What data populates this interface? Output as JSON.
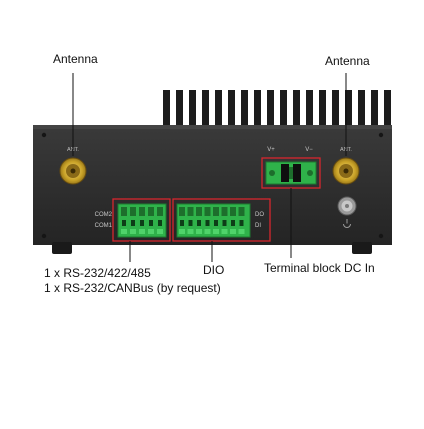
{
  "callouts": {
    "antenna_left": "Antenna",
    "antenna_right": "Antenna",
    "serial": "1 x RS-232/422/485\n1 x RS-232/CANBus (by request)",
    "dio": "DIO",
    "dc_in": "Terminal block DC In"
  },
  "panel": {
    "ant_left": "ANT.",
    "ant_right": "ANT.",
    "com2": "COM2",
    "com1": "COM1",
    "do": "DO",
    "di": "DI",
    "v_plus": "V+",
    "v_minus": "V−"
  },
  "colors": {
    "chassis": "#2b2b2b",
    "heatsink": "#1c1c1c",
    "connector_green": "#2fb24a",
    "callout_red": "#d7262e",
    "antenna_gold": "#c9a227"
  },
  "icons": {
    "antenna_connector": "sma-connector-icon",
    "power_button": "power-button-icon"
  }
}
